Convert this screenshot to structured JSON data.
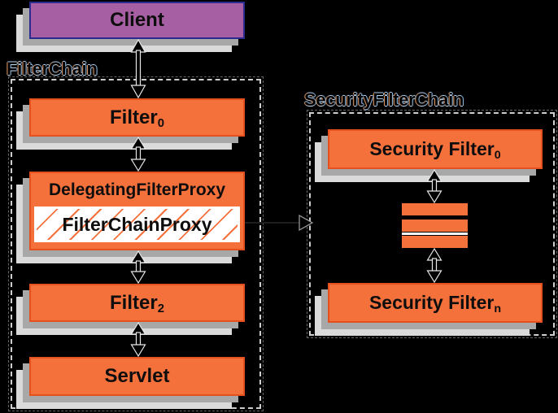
{
  "client": {
    "label": "Client"
  },
  "filter_chain": {
    "title": "FilterChain",
    "filter0": {
      "label": "Filter",
      "sub": "0"
    },
    "delegating_filter_proxy": {
      "label": "DelegatingFilterProxy"
    },
    "filter_chain_proxy": {
      "label": "FilterChainProxy"
    },
    "filter2": {
      "label": "Filter",
      "sub": "2"
    },
    "servlet": {
      "label": "Servlet"
    }
  },
  "security_filter_chain": {
    "title": "SecurityFilterChain",
    "security_filter0": {
      "label": "Security Filter",
      "sub": "0"
    },
    "security_filtern": {
      "label": "Security Filter",
      "sub": "n"
    },
    "ellipsis_bar_count": 3
  },
  "colors": {
    "orange": "#f4713c",
    "orange_border": "#e4511e",
    "purple": "#a75fa3",
    "purple_border": "#2b2b8f",
    "shadow_near": "#a8a8a8",
    "shadow_far": "#dadada",
    "dash": "#cdcdcd",
    "background": "#000000",
    "text": "#0d0d0d"
  }
}
